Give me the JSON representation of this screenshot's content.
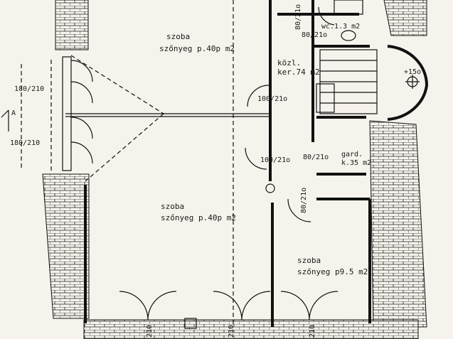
{
  "rooms": {
    "top_room": {
      "name": "szoba",
      "floor": "szőnyeg p.40p m2"
    },
    "middle_room": {
      "name": "szoba",
      "floor": "szőnyeg p.40p m2"
    },
    "right_room": {
      "name": "szoba",
      "floor": "szőnyeg p9.5 m2"
    },
    "corridor": {
      "name": "közl.",
      "area": "ker.74 m2"
    },
    "wc": {
      "label": "wc.1.3 m2"
    },
    "wardrobe": {
      "name": "gard.",
      "area": "k.35 m2"
    }
  },
  "dimensions": {
    "wc_door": "80/21o",
    "wc_door2": "80/21o",
    "corridor_door": "100/21o",
    "middle_door": "100/21o",
    "wardrobe_door": "80/21o",
    "right_door": "80/21o",
    "left_window_top": "180/210",
    "left_window_bottom": "180/210",
    "bottom_door_1": "210",
    "bottom_door_2": "210",
    "bottom_door_3": "210",
    "stair_level": "+15o"
  },
  "section_marker": "A"
}
